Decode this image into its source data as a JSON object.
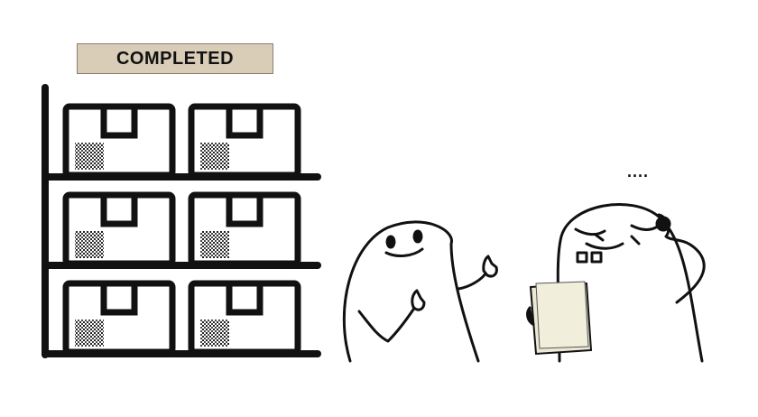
{
  "status_label": "COMPLETED",
  "thought_text": "....",
  "colors": {
    "label_background": "#d9cdb8",
    "ink": "#111111",
    "paper": "#ece8d4"
  },
  "scene": {
    "shelf": {
      "rows": 3,
      "boxes_per_row": 2
    },
    "characters": [
      "happy-blob-thumbs-up",
      "worried-blob-reading-paper"
    ]
  }
}
